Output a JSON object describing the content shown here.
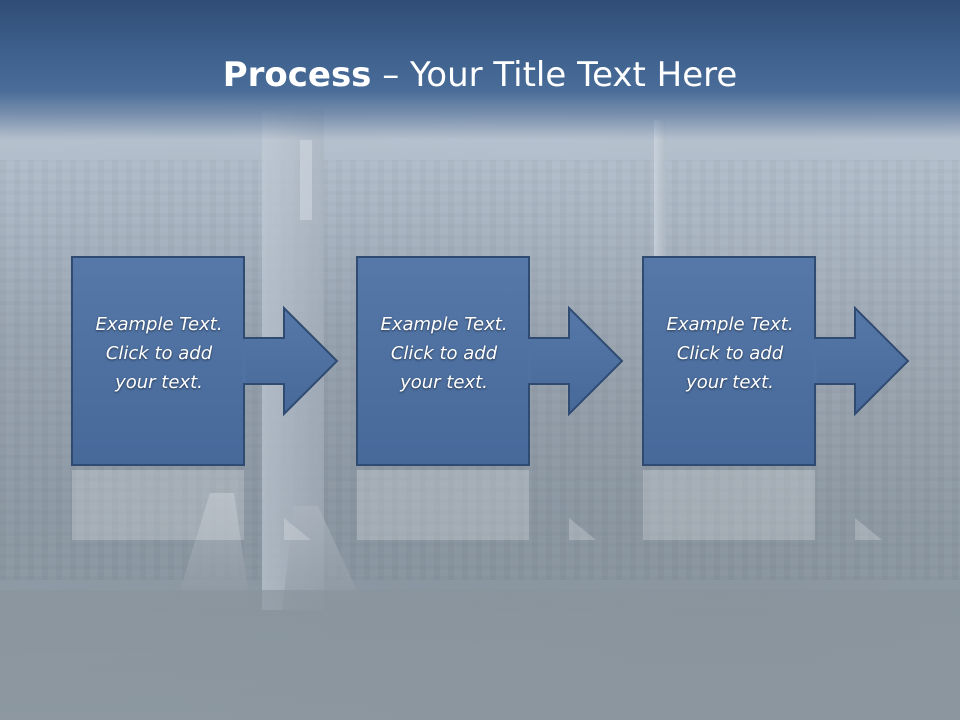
{
  "slide": {
    "title_bold": "Process",
    "title_rest": " – Your Title Text Here"
  },
  "steps": [
    {
      "text": "Example Text.\nClick  to add\nyour text."
    },
    {
      "text": "Example Text.\nClick  to add\nyour text."
    },
    {
      "text": "Example Text.\nClick  to add\nyour text."
    }
  ],
  "colors": {
    "title_bar": "#3d5f8b",
    "box_fill": "#4f72a3",
    "box_stroke": "#2d4a70",
    "text": "#ffffff"
  },
  "icons": [
    "right-arrow-icon"
  ]
}
